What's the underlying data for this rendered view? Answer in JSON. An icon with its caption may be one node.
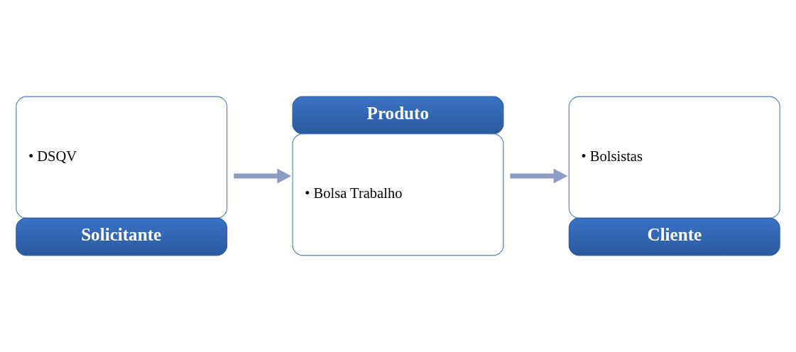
{
  "diagram": {
    "nodes": [
      {
        "text": [
          "• DSQV",
          "Solicitante"
        ]
      },
      {
        "text": [
          "Produto",
          "• Bolsa Trabalho"
        ]
      },
      {
        "text": [
          "• Bolsistas",
          "Cliente"
        ]
      }
    ],
    "edges": [
      {
        "from": 0,
        "to": 1,
        "arrow": "to",
        "color": "#8e9cc4"
      },
      {
        "from": 1,
        "to": 2,
        "arrow": "to",
        "color": "#8e9cc4"
      }
    ]
  }
}
